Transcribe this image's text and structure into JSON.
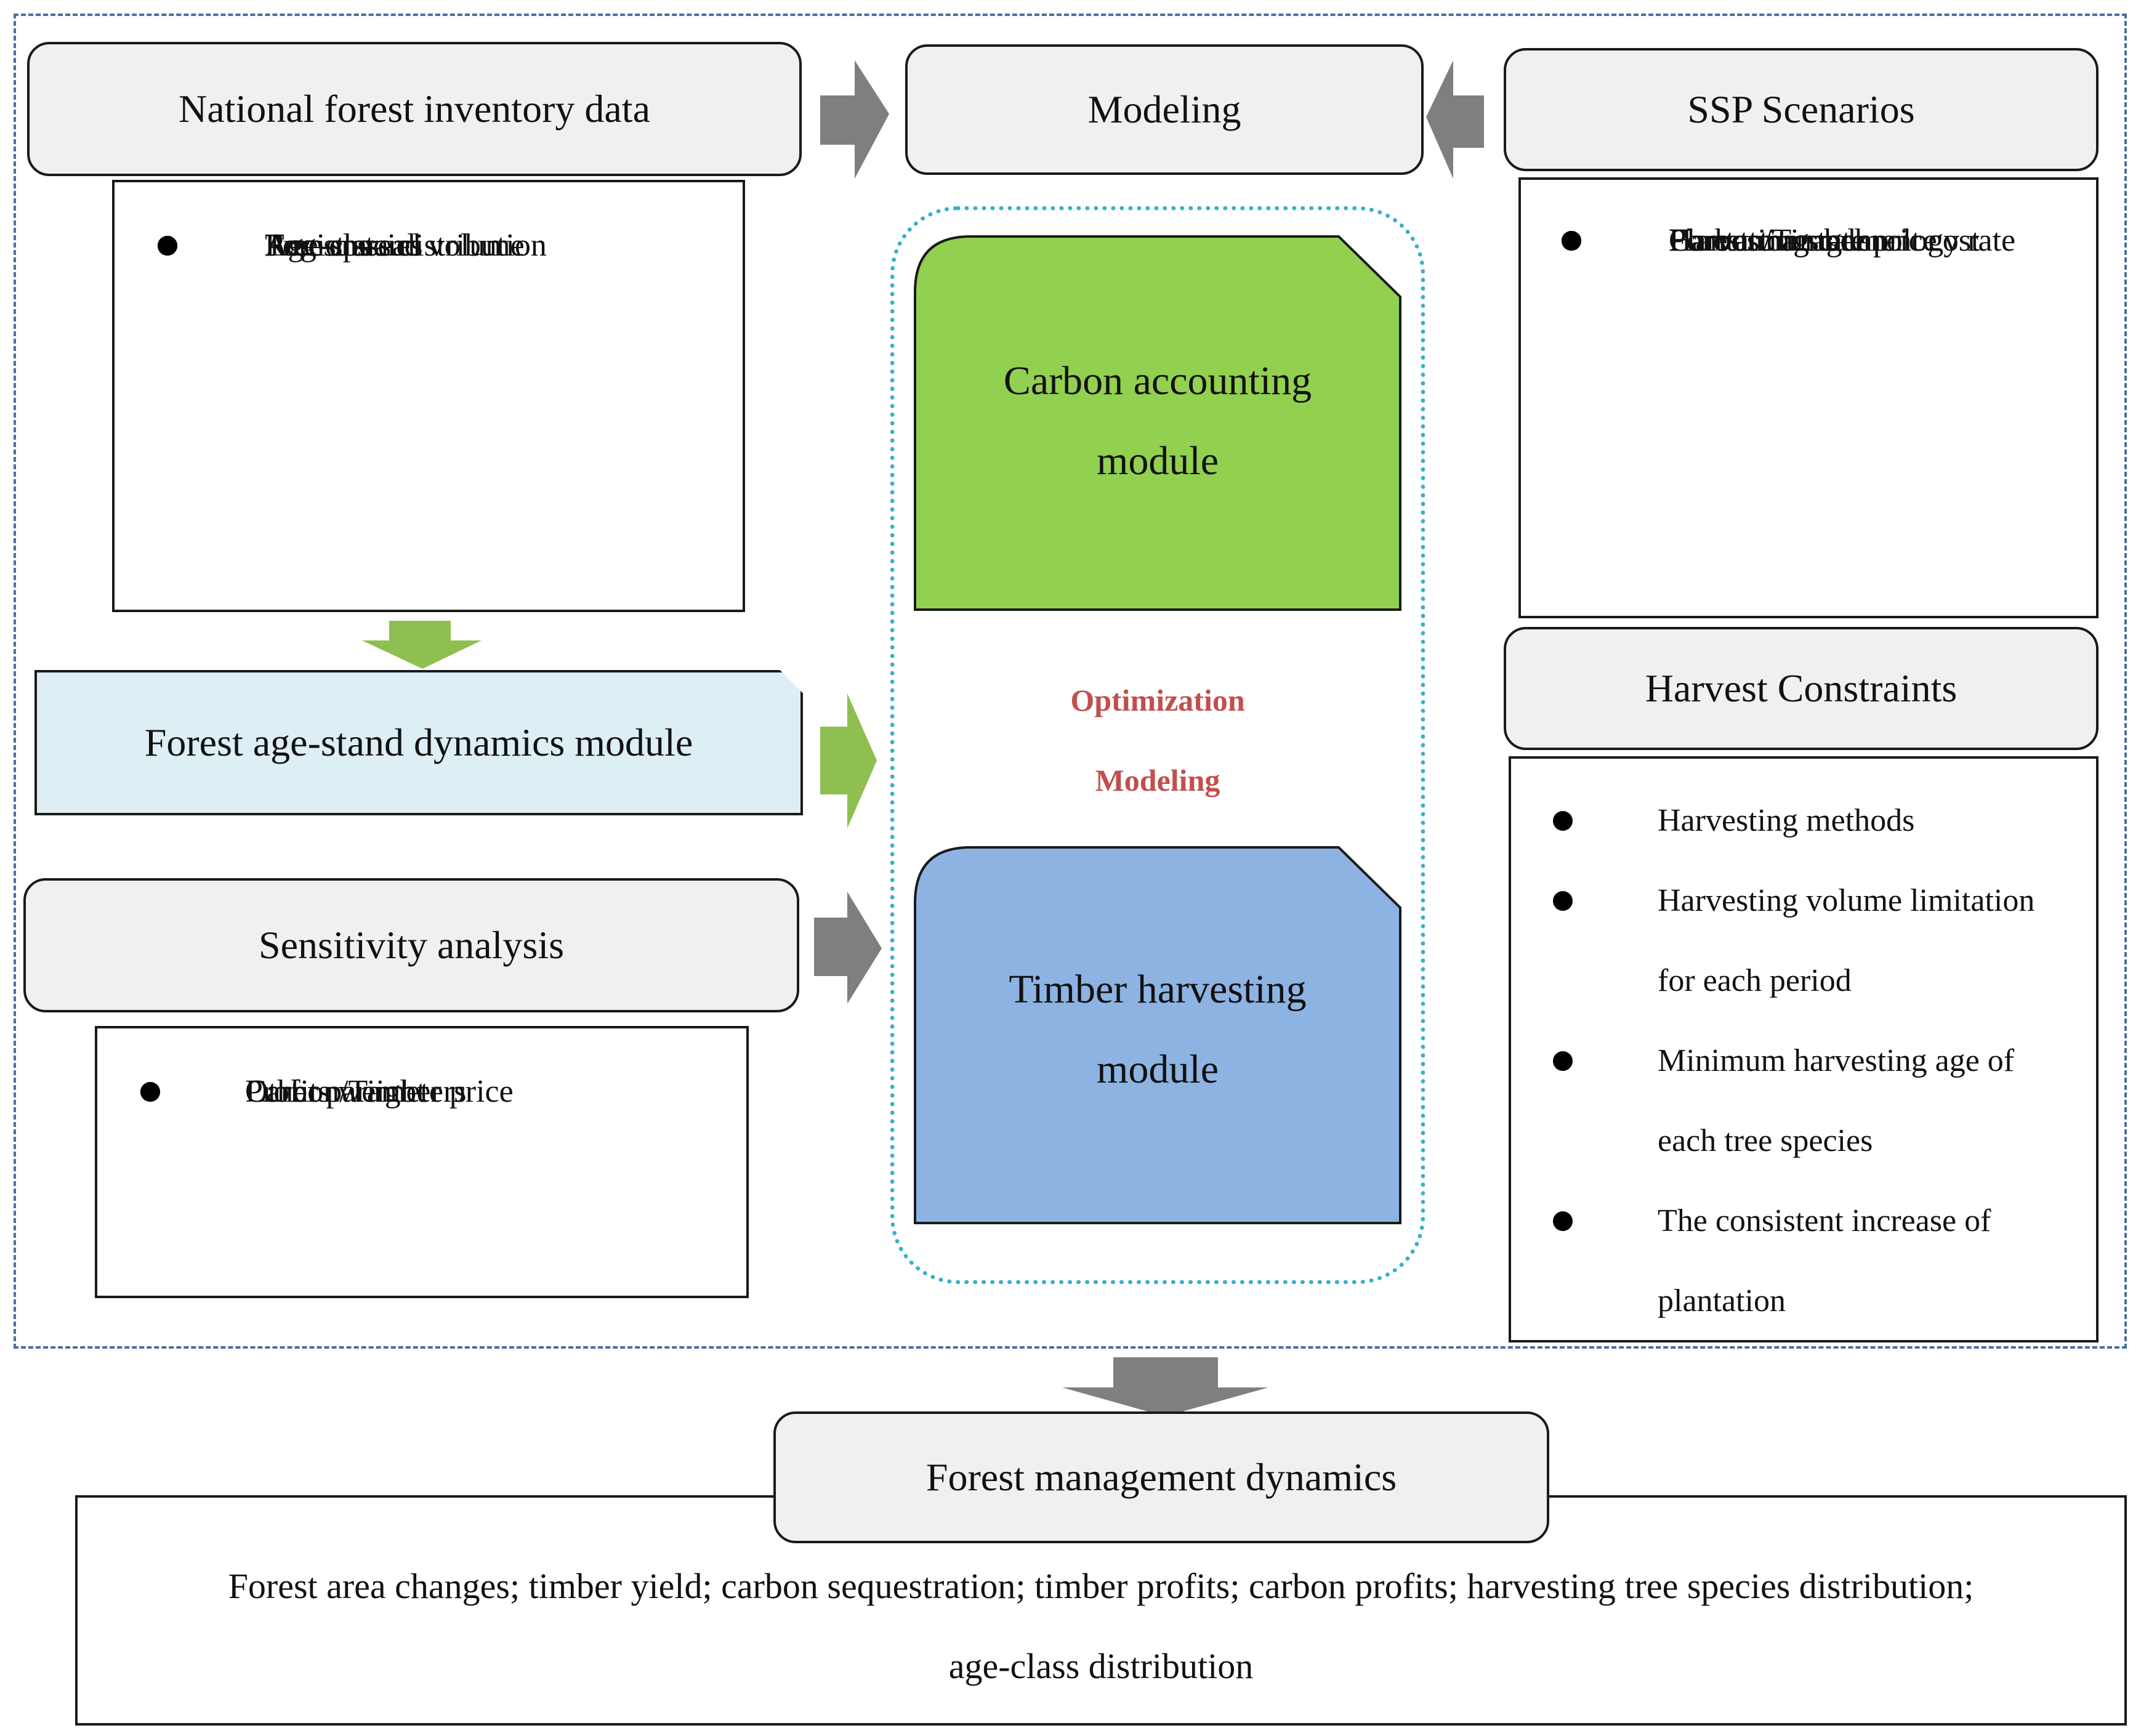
{
  "inventory": {
    "title": "National forest inventory data",
    "items": [
      "Regions",
      "Age-class distribution",
      "Tree species",
      "Forest stand volume",
      "Forest area"
    ]
  },
  "modeling": {
    "title": "Modeling"
  },
  "ssp": {
    "title": "SSP Scenarios",
    "items": [
      "Carbon/Timber price",
      "Forest management cost",
      "Harvesting technology rate",
      "Harvesting rate",
      "Plantation scale"
    ]
  },
  "age_stand": {
    "title": "Forest age-stand dynamics module"
  },
  "carbon_module": {
    "line1": "Carbon accounting",
    "line2": "module",
    "color": "#92d050"
  },
  "optimization": {
    "line1": "Optimization",
    "line2": "Modeling",
    "color": "#c0504d"
  },
  "timber_module": {
    "line1": "Timber harvesting",
    "line2": "module",
    "color": "#8db3e2"
  },
  "sensitivity": {
    "title": "Sensitivity analysis",
    "items": [
      "Carbon/Timber price",
      "Profits weight",
      "Other parameters"
    ]
  },
  "constraints": {
    "title": "Harvest Constraints",
    "items": [
      {
        "line1": "Harvesting methods"
      },
      {
        "line1": "Harvesting volume limitation",
        "line2": "for each period"
      },
      {
        "line1": "Minimum harvesting age of",
        "line2": "each tree species"
      },
      {
        "line1": "The consistent increase of",
        "line2": "plantation"
      }
    ]
  },
  "management": {
    "title": "Forest management dynamics",
    "line1": "Forest area changes; timber yield; carbon sequestration; timber profits; carbon profits; harvesting tree species distribution;",
    "line2": "age-class distribution"
  }
}
